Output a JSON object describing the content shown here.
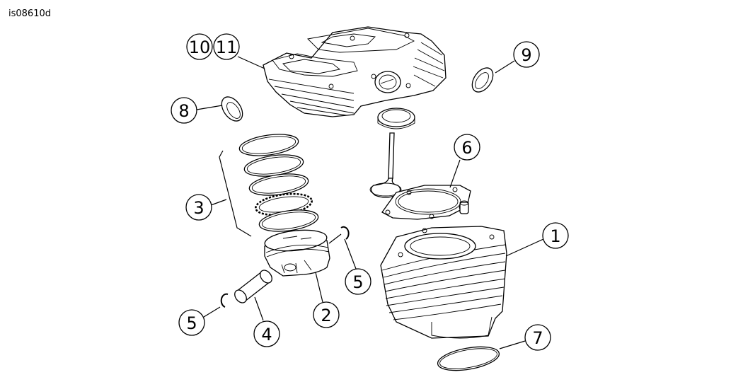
{
  "figure_id": "is08610d",
  "callouts": [
    {
      "label": "1"
    },
    {
      "label": "2"
    },
    {
      "label": "3"
    },
    {
      "label": "4"
    },
    {
      "label": "5"
    },
    {
      "label": "5"
    },
    {
      "label": "6"
    },
    {
      "label": "7"
    },
    {
      "label": "8"
    },
    {
      "label": "9"
    },
    {
      "label": "10"
    },
    {
      "label": "11"
    }
  ]
}
